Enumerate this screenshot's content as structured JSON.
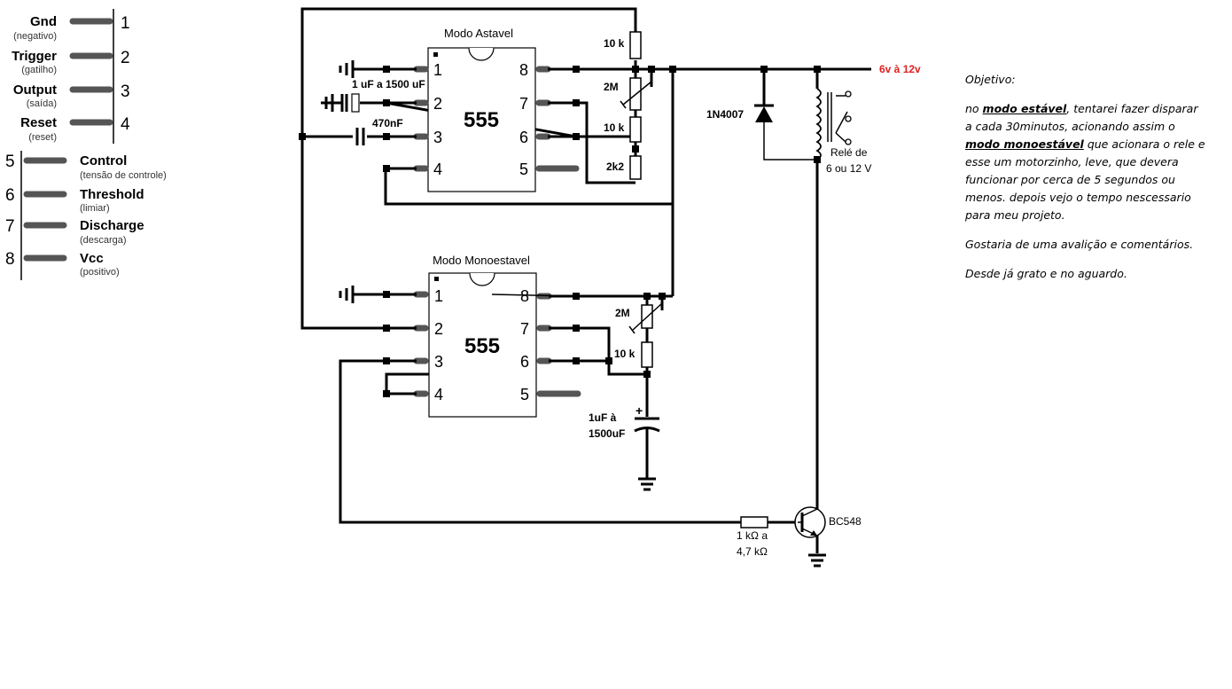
{
  "pinout": {
    "left": [
      {
        "name": "Gnd",
        "sub": "(negativo)",
        "num": "1"
      },
      {
        "name": "Trigger",
        "sub": "(gatilho)",
        "num": "2"
      },
      {
        "name": "Output",
        "sub": "(saída)",
        "num": "3"
      },
      {
        "name": "Reset",
        "sub": "(reset)",
        "num": "4"
      }
    ],
    "right": [
      {
        "name": "Control",
        "sub": "(tensão de controle)",
        "num": "5"
      },
      {
        "name": "Threshold",
        "sub": "(limiar)",
        "num": "6"
      },
      {
        "name": "Discharge",
        "sub": "(descarga)",
        "num": "7"
      },
      {
        "name": "Vcc",
        "sub": "(positivo)",
        "num": "8"
      }
    ]
  },
  "astable": {
    "title": "Modo Astavel",
    "chip_label": "555",
    "pins": [
      "1",
      "2",
      "3",
      "4",
      "5",
      "6",
      "7",
      "8"
    ]
  },
  "monostable": {
    "title": "Modo Monoestavel",
    "chip_label": "555",
    "pins": [
      "1",
      "2",
      "3",
      "4",
      "5",
      "6",
      "7",
      "8"
    ]
  },
  "components": {
    "r_top": "10 k",
    "pot_astable": "2M",
    "r_mid": "10 k",
    "r_bottom": "2k2",
    "cap_timing": "1 uF a 1500 uF",
    "cap_control": "470nF",
    "diode": "1N4007",
    "supply": "6v à 12v",
    "relay_line1": "Relé de",
    "relay_line2": "6 ou 12 V",
    "pot_mono": "2M",
    "r_mono": "10 k",
    "cap_mono_line1": "1uF à",
    "cap_mono_line2": "1500uF",
    "transistor": "BC548",
    "r_base_line1": "1 kΩ a",
    "r_base_line2": "4,7 kΩ"
  },
  "notes": {
    "heading": "Objetivo:",
    "p1_a": "no ",
    "p1_b": "modo estável",
    "p1_c": ", tentarei fazer disparar a cada 30minutos, acionando assim o ",
    "p1_d": "modo monoestável",
    "p1_e": " que acionara o rele e esse um motorzinho, leve, que devera funcionar por cerca de 5 segundos ou menos. depois vejo o tempo nescessario para meu projeto.",
    "p2": "Gostaria de uma avalição e comentários.",
    "p3": "Desde já grato e no aguardo."
  }
}
